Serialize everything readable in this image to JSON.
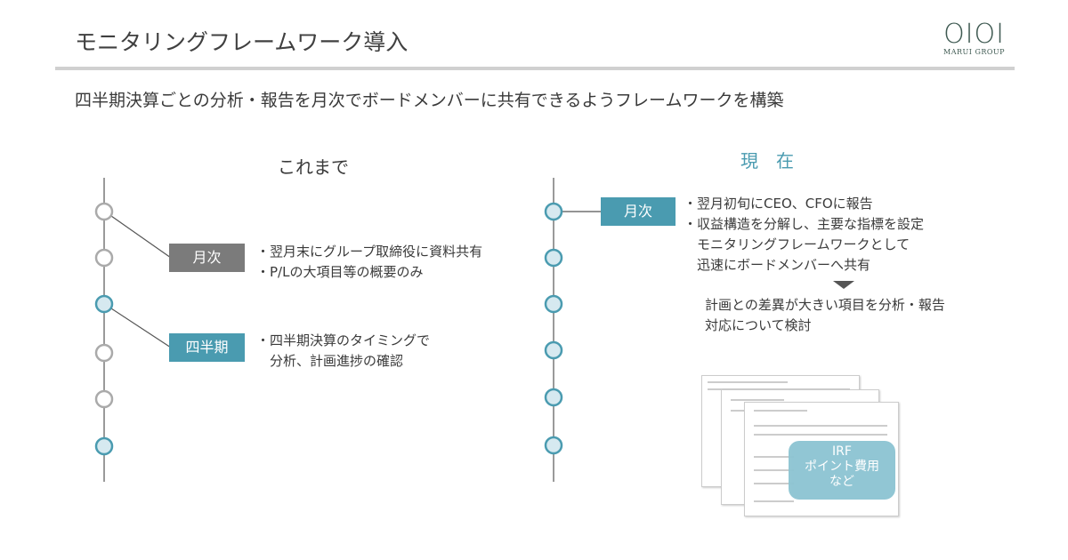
{
  "header": {
    "title": "モニタリングフレームワーク導入",
    "logo_mark": "OIOI",
    "logo_sub": "MARUI GROUP"
  },
  "subtitle": "四半期決算ごとの分析・報告を月次でボードメンバーに共有できるようフレームワークを構築",
  "before": {
    "heading": "これまで",
    "monthly": {
      "label": "月次",
      "lines": "・翌月末にグループ取締役に資料共有\n・P/Lの大項目等の概要のみ"
    },
    "quarterly": {
      "label": "四半期",
      "lines": "・四半期決算のタイミングで\n　分析、計画進捗の確認"
    }
  },
  "now": {
    "heading": "現　在",
    "monthly": {
      "label": "月次",
      "lines": "・翌月初旬にCEO、CFOに報告\n・収益構造を分解し、主要な指標を設定\n　モニタリングフレームワークとして\n　迅速にボードメンバーへ共有"
    },
    "followup": "計画との差異が大きい項目を分析・報告\n対応について検討",
    "callout": "IRF\nポイント費用\nなど"
  },
  "colors": {
    "accent": "#4a9bb0",
    "gray": "#7b7b7b",
    "circle_fill": "#d6e9f0"
  }
}
